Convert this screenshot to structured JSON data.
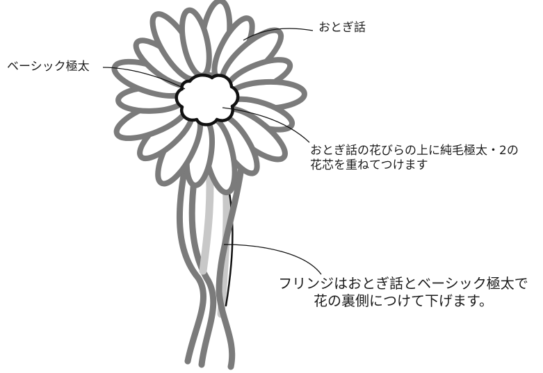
{
  "colors": {
    "petal": "#7b7b7b",
    "fringe_dark": "#7b7b7b",
    "fringe_light": "#c8c8c8",
    "center_outline": "#111111",
    "leader": "#111111",
    "text": "#1a1a1a"
  },
  "labels": {
    "otogi": "おとぎ話",
    "basic": "ベーシック極太",
    "center_line1": "おとぎ話の花びらの上に純毛極太・2の",
    "center_line2": "花芯を重ねてつけます",
    "fringe_line1": "フリンジはおとぎ話とベーシック極太で",
    "fringe_line2": "花の裏側につけて下げます。"
  }
}
